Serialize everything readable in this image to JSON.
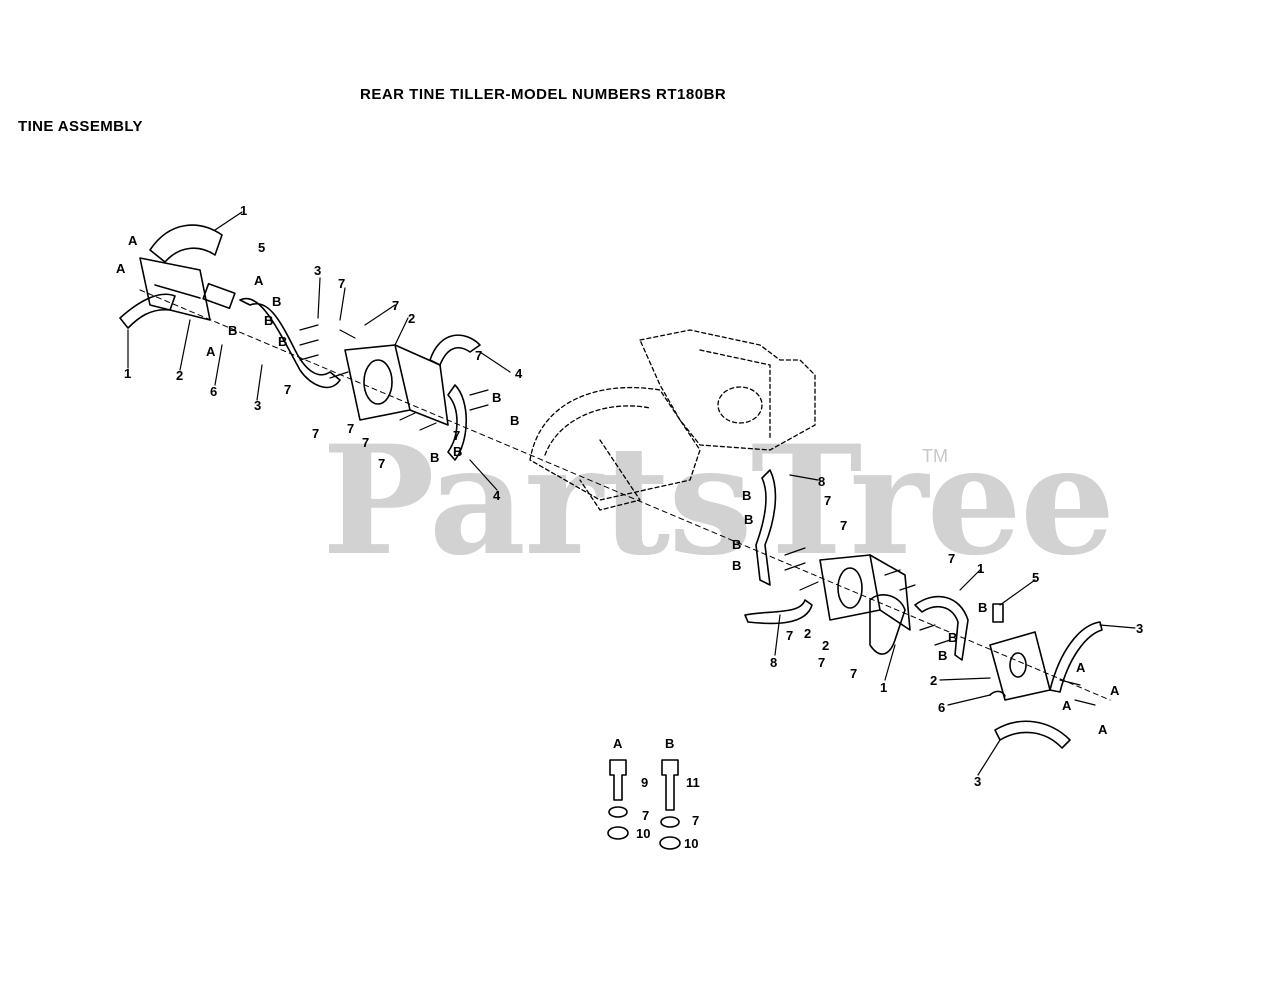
{
  "header": {
    "title": "REAR TINE TILLER-MODEL NUMBERS RT180BR",
    "subtitle": "TINE ASSEMBLY"
  },
  "watermark": {
    "text": "PartsTree",
    "tm": "TM"
  },
  "callouts": {
    "c1": "1",
    "c2": "2",
    "c3": "3",
    "c4": "4",
    "c5": "5",
    "c6": "6",
    "c7": "7",
    "c8": "8",
    "c9": "9",
    "c10": "10",
    "c11": "11",
    "cA": "A",
    "cB": "B"
  },
  "colors": {
    "ink": "#000000",
    "watermark": "#d2d2d2"
  }
}
